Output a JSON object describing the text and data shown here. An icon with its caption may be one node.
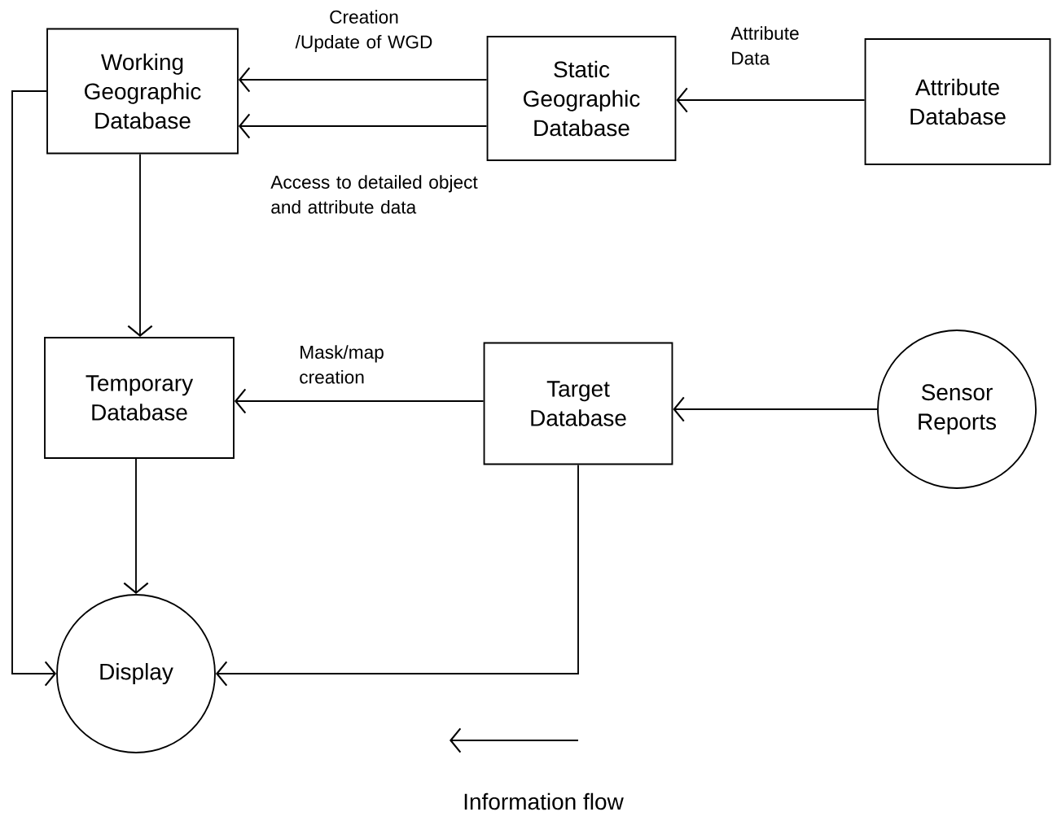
{
  "diagram": {
    "nodes": [
      {
        "text": [
          "Working Geographic Database"
        ]
      },
      {
        "text": [
          "Static Geographic Database"
        ]
      },
      {
        "text": [
          "Attribute Database"
        ]
      },
      {
        "text": [
          "Temporary Database"
        ]
      },
      {
        "text": [
          "Target Database"
        ]
      },
      {
        "text": [
          "Sensor Reports"
        ]
      },
      {
        "text": [
          "Display"
        ]
      }
    ],
    "edges": [
      {
        "from": 1,
        "to": 0,
        "arrow": "to",
        "label": "Creation /Update of WGD"
      },
      {
        "from": 1,
        "to": 0,
        "arrow": "to",
        "label": "Access to detailed object and attribute data"
      },
      {
        "from": 2,
        "to": 1,
        "arrow": "to",
        "label": "Attribute Data"
      },
      {
        "from": 0,
        "to": 3,
        "arrow": "to"
      },
      {
        "from": 4,
        "to": 3,
        "arrow": "to",
        "label": "Mask/map creation"
      },
      {
        "from": 5,
        "to": 4,
        "arrow": "to"
      },
      {
        "from": 3,
        "to": 6,
        "arrow": "to"
      },
      {
        "from": 4,
        "to": 6,
        "arrow": "to"
      },
      {
        "from": 0,
        "to": 6,
        "arrow": "to"
      }
    ],
    "legend": [
      {
        "text": "Information flow"
      }
    ]
  }
}
